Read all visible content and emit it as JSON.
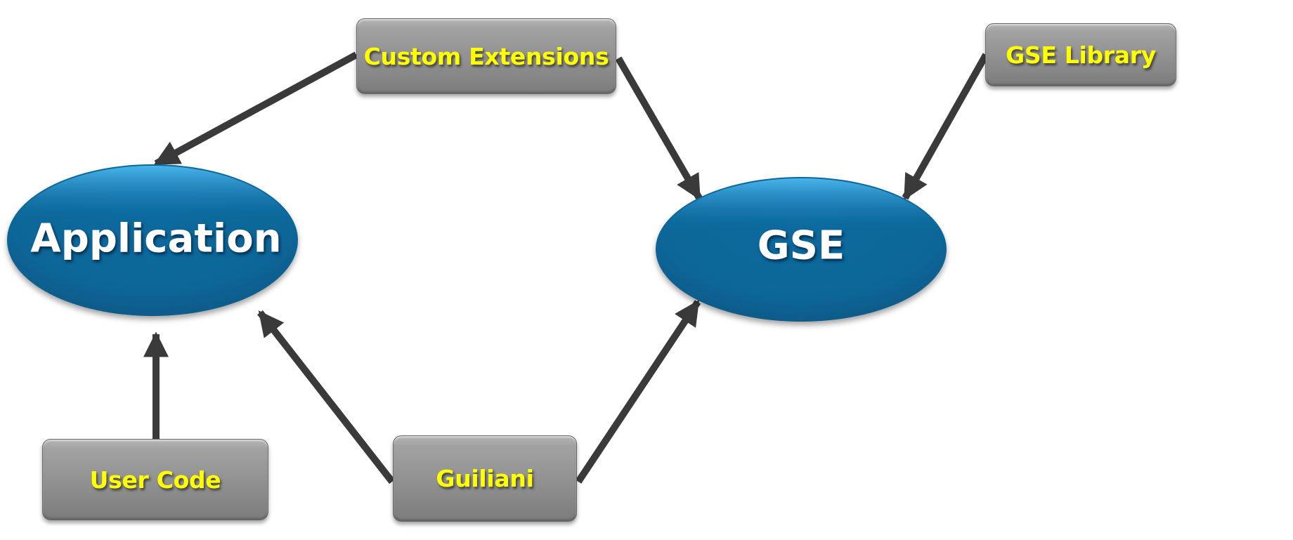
{
  "diagram": {
    "nodes": {
      "application": {
        "label": "Application",
        "shape": "ellipse"
      },
      "gse": {
        "label": "GSE",
        "shape": "ellipse"
      },
      "custom_extensions": {
        "label": "Custom Extensions",
        "shape": "box"
      },
      "gse_library": {
        "label": "GSE Library",
        "shape": "box"
      },
      "user_code": {
        "label": "User Code",
        "shape": "box"
      },
      "guiliani": {
        "label": "Guiliani",
        "shape": "box"
      }
    },
    "edges": [
      {
        "from": "custom_extensions",
        "to": "application"
      },
      {
        "from": "custom_extensions",
        "to": "gse"
      },
      {
        "from": "gse_library",
        "to": "gse"
      },
      {
        "from": "user_code",
        "to": "application"
      },
      {
        "from": "guiliani",
        "to": "application"
      },
      {
        "from": "guiliani",
        "to": "gse"
      }
    ],
    "colors": {
      "ellipse_fill": "#0a6698",
      "ellipse_highlight": "#3aa8e0",
      "box_fill": "#959595",
      "box_text": "#ffff00",
      "ellipse_text": "#ffffff",
      "arrow": "#3a3a3a"
    }
  }
}
